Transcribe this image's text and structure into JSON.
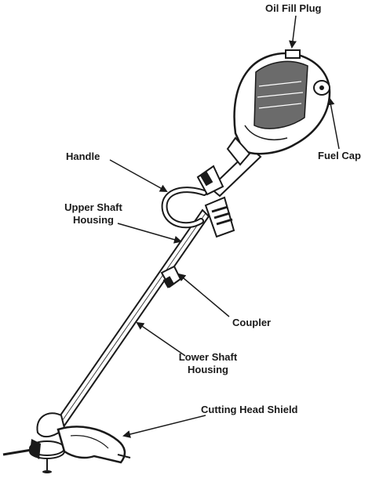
{
  "labels": {
    "oil_fill_plug": "Oil Fill Plug",
    "fuel_cap": "Fuel Cap",
    "handle": "Handle",
    "upper_shaft_line1": "Upper Shaft",
    "upper_shaft_line2": "Housing",
    "coupler": "Coupler",
    "lower_shaft_line1": "Lower Shaft",
    "lower_shaft_line2": "Housing",
    "cutting_head_shield": "Cutting Head Shield"
  },
  "colors": {
    "ink": "#1a1a1a",
    "shade": "#6b6b6b",
    "paper": "#ffffff"
  }
}
